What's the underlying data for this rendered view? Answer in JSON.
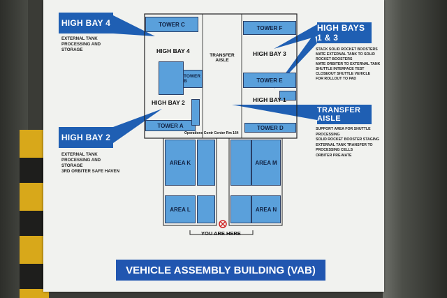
{
  "callouts": {
    "high_bay_4": "HIGH BAY 4",
    "high_bay_2": "HIGH BAY 2",
    "high_bays_1_3": "HIGH BAYS 1 & 3",
    "transfer_aisle": "TRANSFER AISLE"
  },
  "notes": {
    "hb4": "EXTERNAL TANK\nPROCESSING AND\nSTORAGE",
    "hb2": "EXTERNAL TANK\nPROCESSING AND\nSTORAGE\n3RD ORBITER SAFE HAVEN",
    "hb13": "STACK SOLID ROCKET BOOSTERS\nMATE EXTERNAL TANK TO SOLID\nROCKET BOOSTERS\nMATE ORBITER TO EXTERNAL TANK\nSHUTTLE INTERFACE TEST\nCLOSEOUT SHUTTLE VEHICLE\nFOR ROLLOUT TO PAD",
    "ta": "SUPPORT AREA FOR SHUTTLE\nPROCESSING\nSOLID ROCKET BOOSTER STAGING\nEXTERNAL TANK TRANSFER TO\nPROCESSING CELLS\nORBITER PRE-MATE"
  },
  "map": {
    "tower_c": "TOWER C",
    "tower_f": "TOWER F",
    "tower_b": "TOWER B",
    "tower_e": "TOWER E",
    "tower_a": "TOWER A",
    "tower_d": "TOWER D",
    "high_bay_4": "HIGH BAY 4",
    "high_bay_3": "HIGH BAY 3",
    "high_bay_2": "HIGH BAY 2",
    "high_bay_1": "HIGH BAY 1",
    "transfer_aisle": "TRANSFER\nAISLE",
    "ops_center": "Operations Contr  Center  Rm 164",
    "area_k": "AREA K",
    "area_m": "AREA M",
    "area_l": "AREA L",
    "area_n": "AREA N",
    "you_are_here": "YOU ARE HERE"
  },
  "title": "VEHICLE ASSEMBLY BUILDING (VAB)",
  "colors": {
    "sign_blue": "#1f5fb3",
    "room_blue": "#5aa0db",
    "sign_white": "#f1f2ef",
    "marker_red": "#d02020"
  }
}
